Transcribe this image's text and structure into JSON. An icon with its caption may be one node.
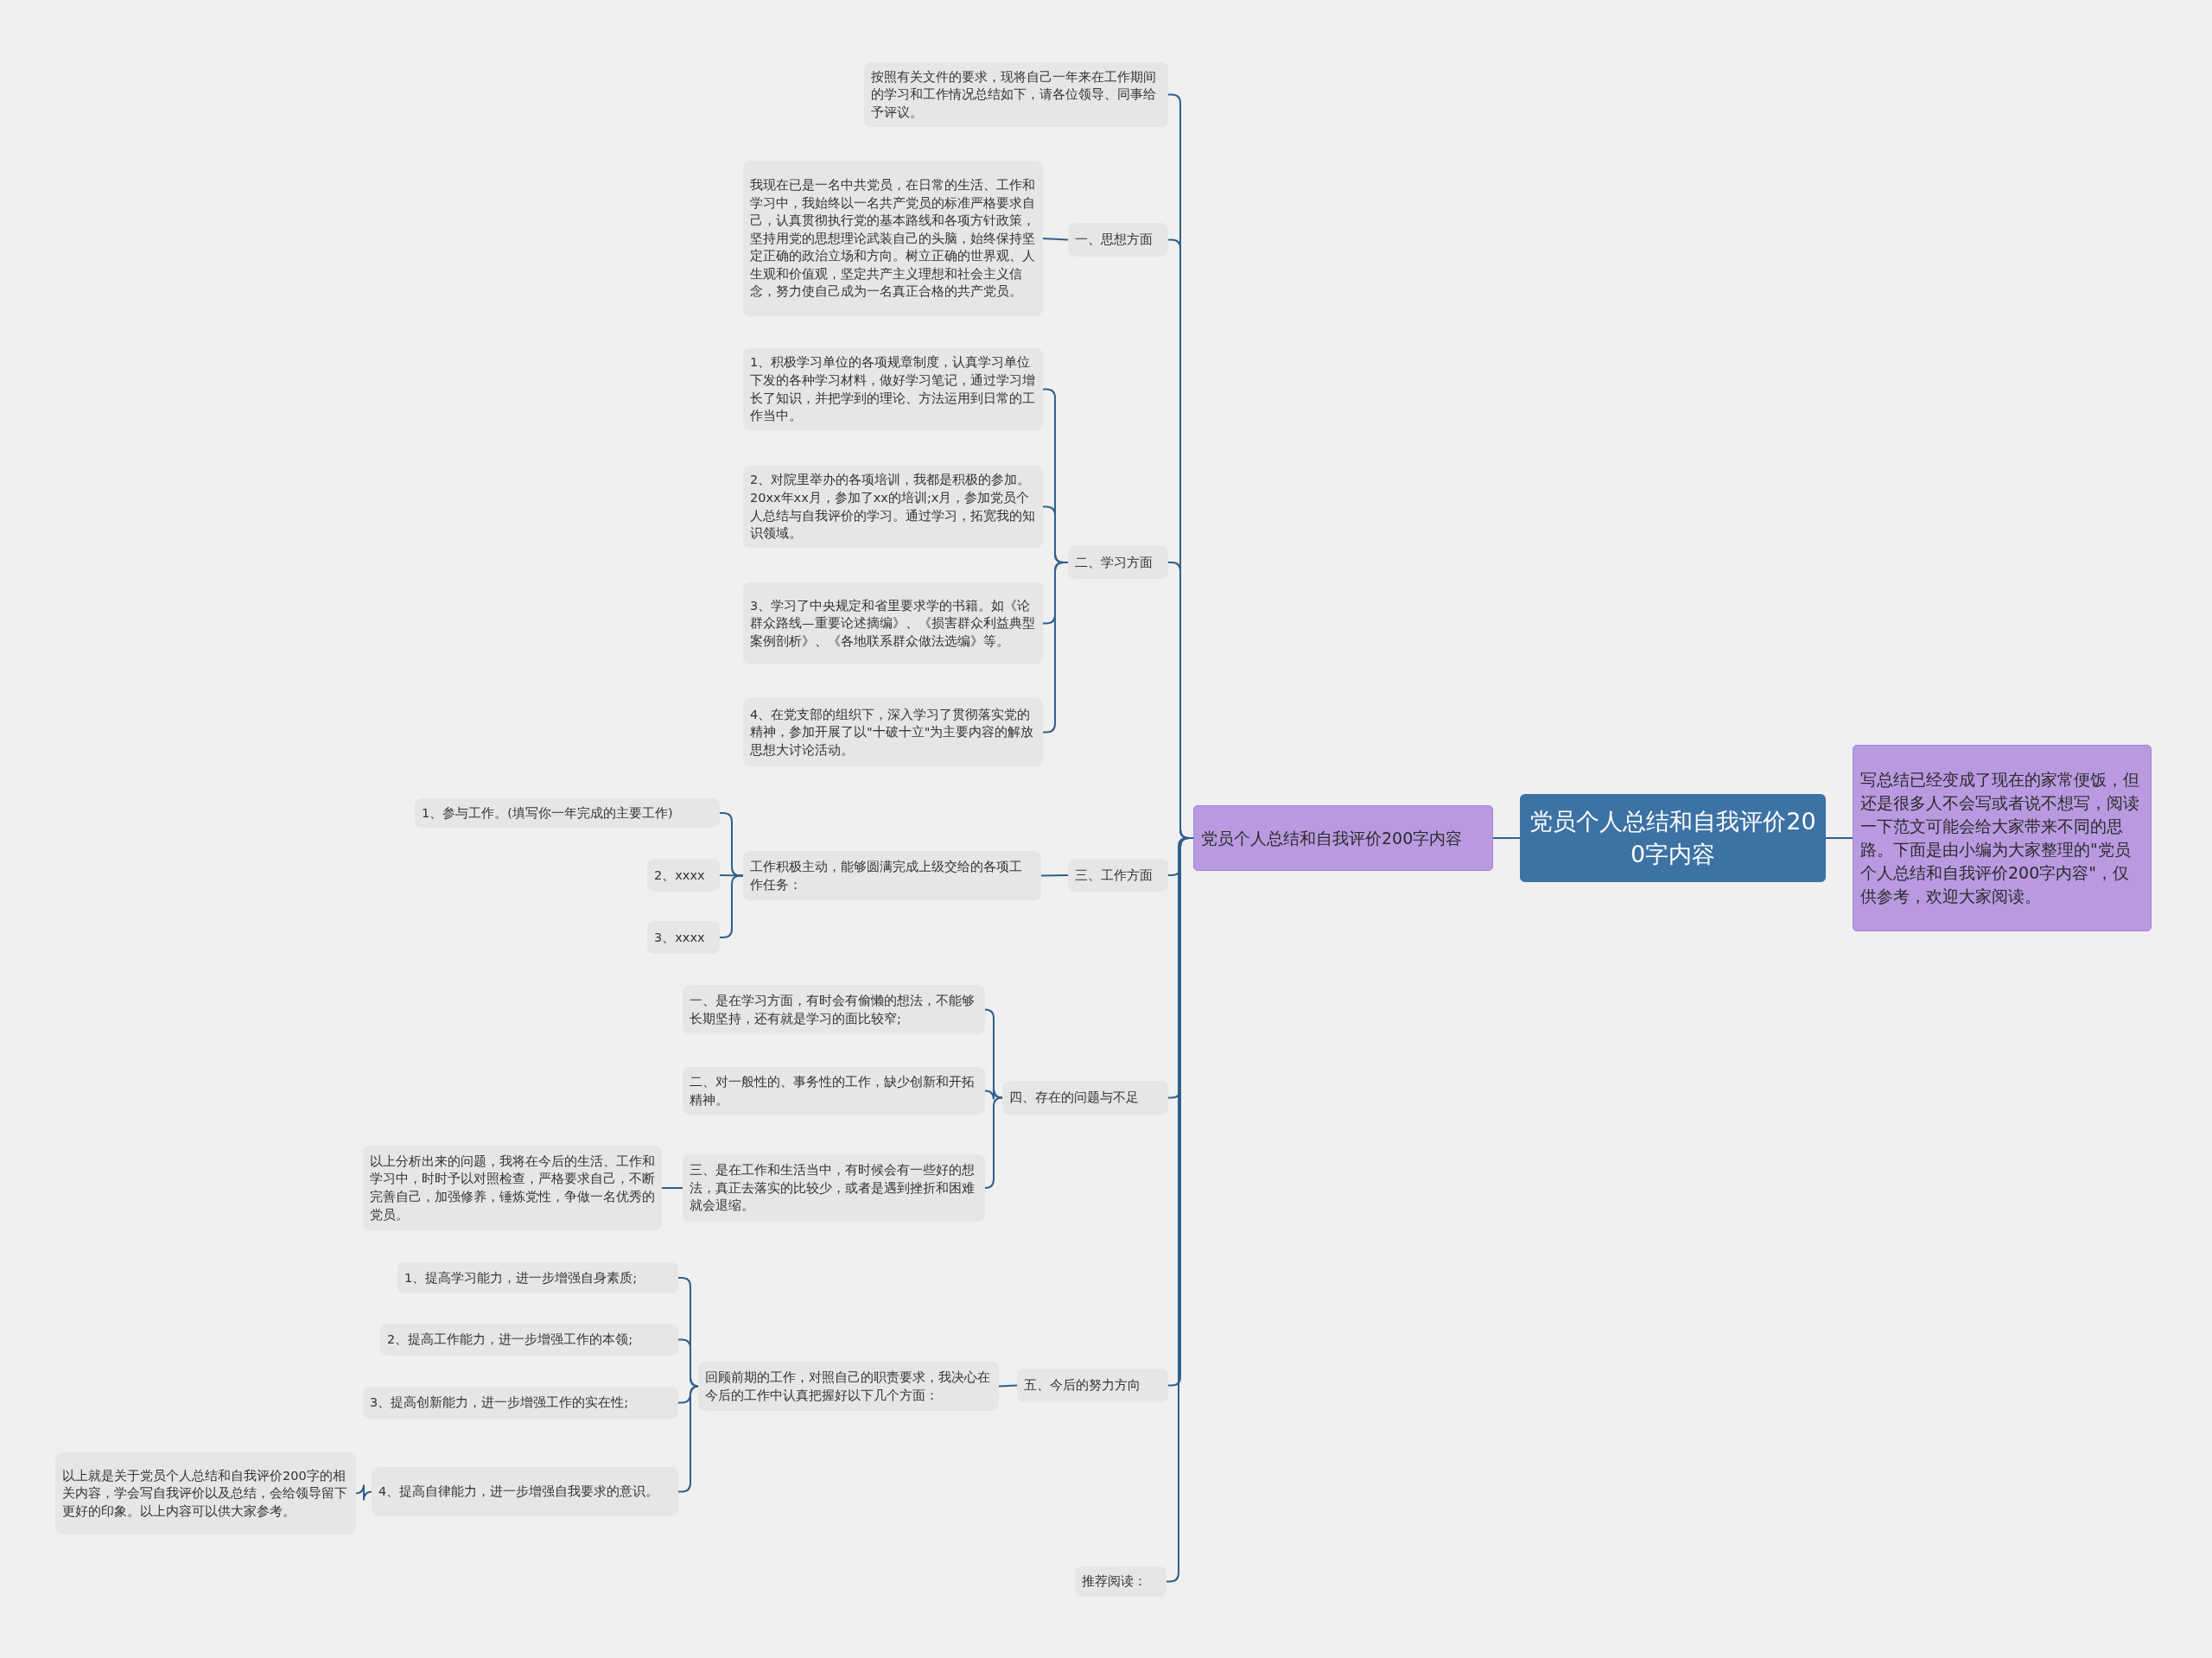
{
  "diagram": {
    "nodes": [
      {
        "text": [
          "党员个人总结和自我评价200字内容"
        ]
      },
      {
        "text": [
          "写总结已经变成了现在的家常便饭，但还是很多人不会写或者说不想写，阅读一下范文可能会给大家带来不同的思路。下面是由小编为大家整理的\"党员个人总结和自我评价200字内容\"，仅供参考，欢迎大家阅读。"
        ]
      },
      {
        "text": [
          "党员个人总结和自我评价200字内容"
        ]
      },
      {
        "text": [
          "按照有关文件的要求，现将自己一年来在工作期间的学习和工作情况总结如下，请各位领导、同事给予评议。"
        ]
      },
      {
        "text": [
          "一、思想方面"
        ]
      },
      {
        "text": [
          "我现在已是一名中共党员，在日常的生活、工作和学习中，我始终以一名共产党员的标准严格要求自己，认真贯彻执行党的基本路线和各项方针政策，坚持用党的思想理论武装自己的头脑，始终保持坚定正确的政治立场和方向。树立正确的世界观、人生观和价值观，坚定共产主义理想和社会主义信念，努力使自己成为一名真正合格的共产党员。"
        ]
      },
      {
        "text": [
          "二、学习方面"
        ]
      },
      {
        "text": [
          "1、积极学习单位的各项规章制度，认真学习单位下发的各种学习材料，做好学习笔记，通过学习增长了知识，并把学到的理论、方法运用到日常的工作当中。"
        ]
      },
      {
        "text": [
          "2、对院里举办的各项培训，我都是积极的参加。20xx年xx月，参加了xx的培训;x月，参加党员个人总结与自我评价的学习。通过学习，拓宽我的知识领域。"
        ]
      },
      {
        "text": [
          "3、学习了中央规定和省里要求学的书籍。如《论群众路线—重要论述摘编》、《损害群众利益典型案例剖析》、《各地联系群众做法选编》等。"
        ]
      },
      {
        "text": [
          "4、在党支部的组织下，深入学习了贯彻落实党的精神，参加开展了以\"十破十立\"为主要内容的解放思想大讨论活动。"
        ]
      },
      {
        "text": [
          "三、工作方面"
        ]
      },
      {
        "text": [
          "工作积极主动，能够圆满完成上级交给的各项工作任务："
        ]
      },
      {
        "text": [
          "1、参与工作。(填写你一年完成的主要工作)"
        ]
      },
      {
        "text": [
          "2、xxxx"
        ]
      },
      {
        "text": [
          "3、xxxx"
        ]
      },
      {
        "text": [
          "四、存在的问题与不足"
        ]
      },
      {
        "text": [
          "一、是在学习方面，有时会有偷懒的想法，不能够长期坚持，还有就是学习的面比较窄;"
        ]
      },
      {
        "text": [
          "二、对一般性的、事务性的工作，缺少创新和开拓精神。"
        ]
      },
      {
        "text": [
          "三、是在工作和生活当中，有时候会有一些好的想法，真正去落实的比较少，或者是遇到挫折和困难就会退缩。"
        ]
      },
      {
        "text": [
          "以上分析出来的问题，我将在今后的生活、工作和学习中，时时予以对照检查，严格要求自己，不断完善自己，加强修养，锤炼党性，争做一名优秀的党员。"
        ]
      },
      {
        "text": [
          "五、今后的努力方向"
        ]
      },
      {
        "text": [
          "回顾前期的工作，对照自己的职责要求，我决心在今后的工作中认真把握好以下几个方面："
        ]
      },
      {
        "text": [
          "1、提高学习能力，进一步增强自身素质;"
        ]
      },
      {
        "text": [
          "2、提高工作能力，进一步增强工作的本领;"
        ]
      },
      {
        "text": [
          "3、提高创新能力，进一步增强工作的实在性;"
        ]
      },
      {
        "text": [
          "4、提高自律能力，进一步增强自我要求的意识。"
        ]
      },
      {
        "text": [
          "以上就是关于党员个人总结和自我评价200字的相关内容，学会写自我评价以及总结，会给领导留下更好的印象。以上内容可以供大家参考。"
        ]
      },
      {
        "text": [
          "推荐阅读："
        ]
      }
    ],
    "edges": [
      {
        "from": 0,
        "to": 1,
        "arrow": "none"
      },
      {
        "from": 0,
        "to": 2,
        "arrow": "none"
      },
      {
        "from": 2,
        "to": 3,
        "arrow": "none"
      },
      {
        "from": 2,
        "to": 4,
        "arrow": "none"
      },
      {
        "from": 4,
        "to": 5,
        "arrow": "none"
      },
      {
        "from": 2,
        "to": 6,
        "arrow": "none"
      },
      {
        "from": 6,
        "to": 7,
        "arrow": "none"
      },
      {
        "from": 6,
        "to": 8,
        "arrow": "none"
      },
      {
        "from": 6,
        "to": 9,
        "arrow": "none"
      },
      {
        "from": 6,
        "to": 10,
        "arrow": "none"
      },
      {
        "from": 2,
        "to": 11,
        "arrow": "none"
      },
      {
        "from": 11,
        "to": 12,
        "arrow": "none"
      },
      {
        "from": 12,
        "to": 13,
        "arrow": "none"
      },
      {
        "from": 12,
        "to": 14,
        "arrow": "none"
      },
      {
        "from": 12,
        "to": 15,
        "arrow": "none"
      },
      {
        "from": 2,
        "to": 16,
        "arrow": "none"
      },
      {
        "from": 16,
        "to": 17,
        "arrow": "none"
      },
      {
        "from": 16,
        "to": 18,
        "arrow": "none"
      },
      {
        "from": 16,
        "to": 19,
        "arrow": "none"
      },
      {
        "from": 19,
        "to": 20,
        "arrow": "none"
      },
      {
        "from": 2,
        "to": 21,
        "arrow": "none"
      },
      {
        "from": 21,
        "to": 22,
        "arrow": "none"
      },
      {
        "from": 22,
        "to": 23,
        "arrow": "none"
      },
      {
        "from": 22,
        "to": 24,
        "arrow": "none"
      },
      {
        "from": 22,
        "to": 25,
        "arrow": "none"
      },
      {
        "from": 22,
        "to": 26,
        "arrow": "none"
      },
      {
        "from": 26,
        "to": 27,
        "arrow": "none"
      },
      {
        "from": 2,
        "to": 28,
        "arrow": "none"
      }
    ]
  }
}
